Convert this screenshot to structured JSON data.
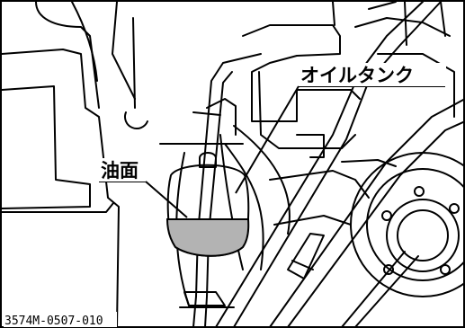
{
  "figure": {
    "callouts": {
      "oil_tank": "オイルタンク",
      "oil_level": "油面"
    },
    "figure_code": "3574M-0507-010"
  },
  "colors": {
    "line": "#000000",
    "oil_fill": "#b3b3b3",
    "background": "#ffffff"
  }
}
